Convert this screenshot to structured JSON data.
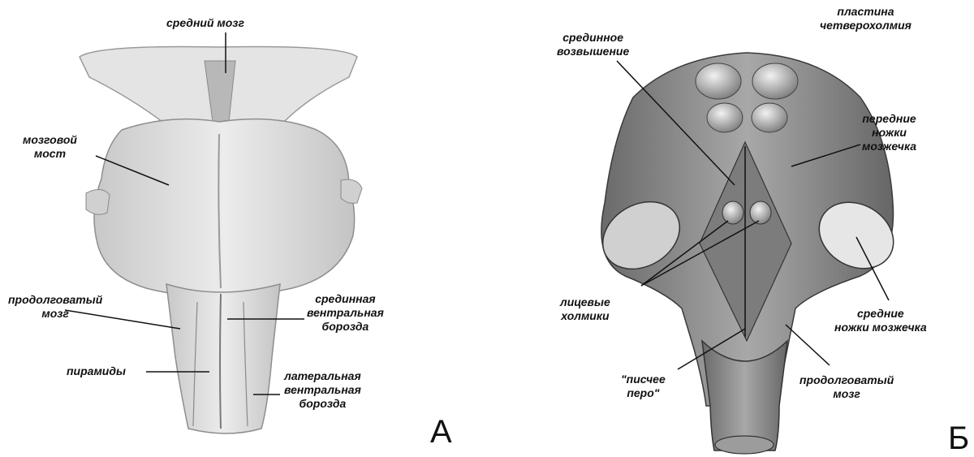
{
  "panels": [
    {
      "letter": "А",
      "labels": {
        "midbrain": [
          "средний мозг"
        ],
        "pons": [
          "мозговой",
          "мост"
        ],
        "medulla": [
          "продолговатый",
          "мозг"
        ],
        "median_fissure": [
          "срединная",
          "вентральная",
          "борозда"
        ],
        "pyramids": [
          "пирамиды"
        ],
        "lateral_sulcus": [
          "латеральная",
          "вентральная",
          "борозда"
        ]
      }
    },
    {
      "letter": "Б",
      "labels": {
        "median_eminence": [
          "срединное",
          "возвышение"
        ],
        "tectal_plate": [
          "пластина",
          "четверохолмия"
        ],
        "superior_peduncles": [
          "передние",
          "ножки",
          "мозжечка"
        ],
        "facial_colliculi": [
          "лицевые",
          "холмики"
        ],
        "middle_peduncles": [
          "средние",
          "ножки мозжечка"
        ],
        "calamus": [
          "\"писчее",
          "перо\""
        ],
        "medulla": [
          "продолговатый",
          "мозг"
        ]
      }
    }
  ]
}
